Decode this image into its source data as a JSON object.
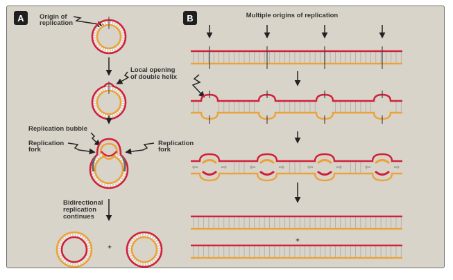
{
  "colors": {
    "background": "#d9d4c9",
    "frame_border": "#6f6f6f",
    "parent_strand": "#d0203a",
    "new_strand": "#eca23a",
    "rungs": "#ffffff",
    "text": "#333333",
    "arrow": "#222222",
    "badge": "#1f1f1f"
  },
  "panelA": {
    "badge": "A",
    "labels": {
      "origin": [
        "Origin of",
        "replication"
      ],
      "local_opening": [
        "Local opening",
        "of double helix"
      ],
      "bubble": "Replication bubble",
      "fork_left": [
        "Replication",
        "fork"
      ],
      "fork_right": [
        "Replication",
        "fork"
      ],
      "bidirectional": [
        "Bidirectional",
        "replication",
        "continues"
      ]
    },
    "plus": "+"
  },
  "panelB": {
    "badge": "B",
    "title": "Multiple origins of replication",
    "origin_count": 4,
    "plus": "+"
  }
}
